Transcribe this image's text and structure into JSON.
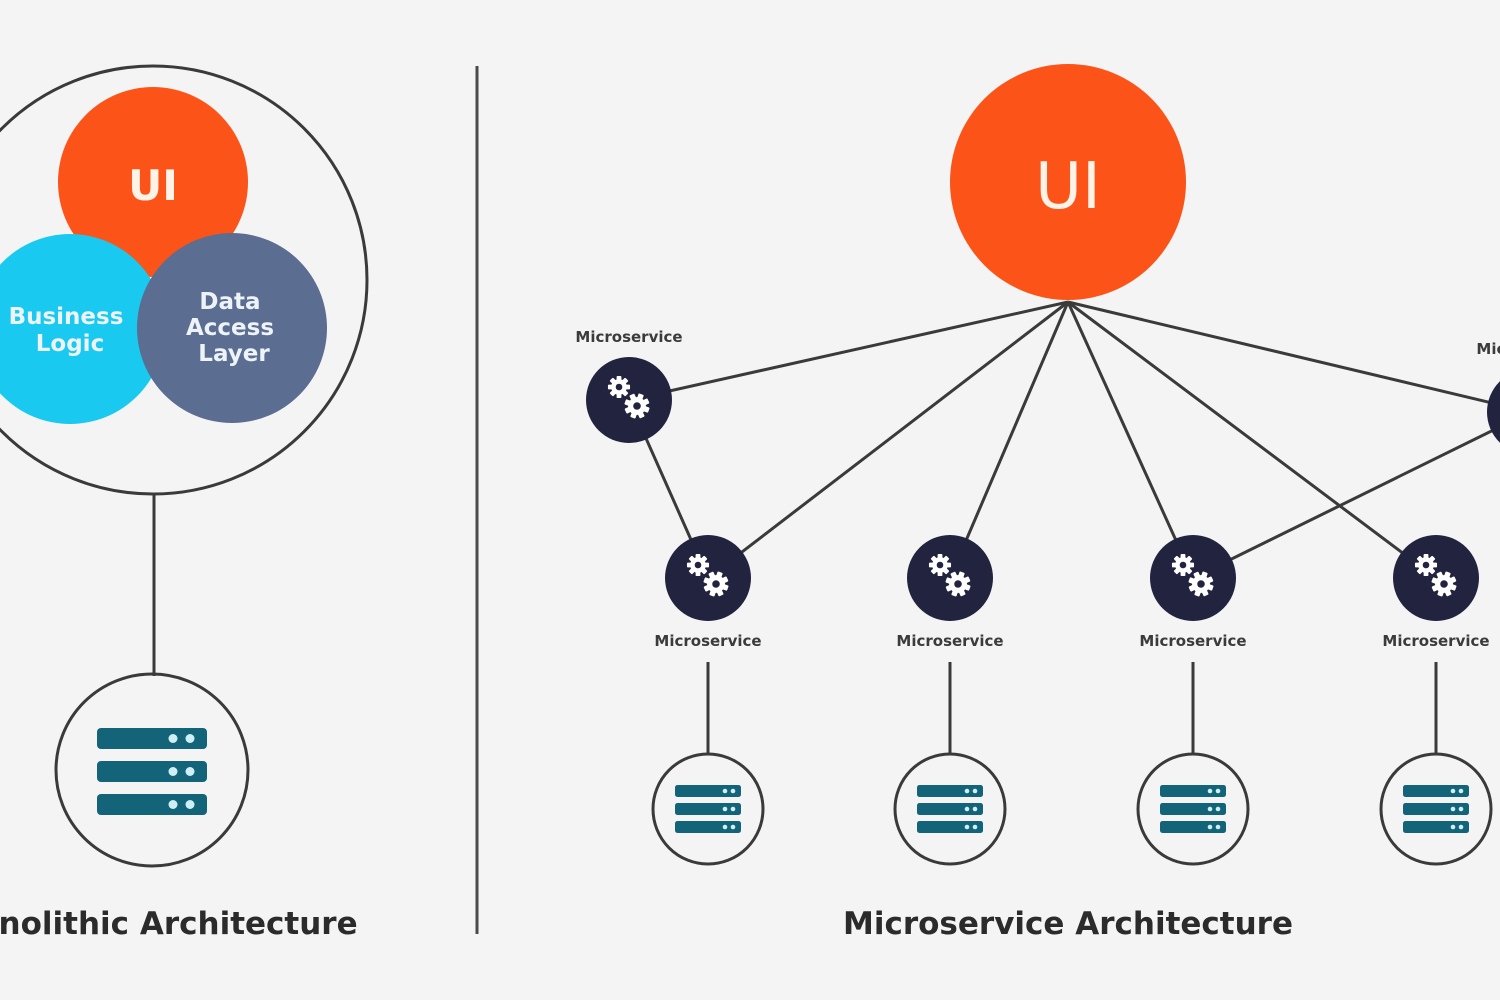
{
  "colors": {
    "background": "#f4f4f4",
    "ui_orange": "#fc5318",
    "business_logic_cyan": "#19c9f0",
    "data_access_slate": "#5b6d91",
    "microservice_node": "#22233f",
    "database_teal": "#136478",
    "database_light": "#cfeff6",
    "line": "#3a3a3a"
  },
  "monolithic": {
    "title": "Monolithic Architecture",
    "ui_label": "UI",
    "business_logic_label": [
      "Business",
      "Logic"
    ],
    "data_access_label": [
      "Data",
      "Access",
      "Layer"
    ],
    "database_icon": "server-stack-icon"
  },
  "microservice": {
    "title": "Microservice Architecture",
    "ui_label": "UI",
    "services": [
      {
        "id": "ms-top-left",
        "label": "Microservice",
        "icon": "gears-icon",
        "connects_to": [
          "ui",
          "ms-bottom-1"
        ]
      },
      {
        "id": "ms-top-right",
        "label": "Microservice",
        "icon": "gears-icon",
        "connects_to": [
          "ui",
          "ms-bottom-3"
        ]
      },
      {
        "id": "ms-bottom-1",
        "label": "Microservice",
        "icon": "gears-icon",
        "connects_to": [
          "ui",
          "ms-top-left"
        ],
        "has_database": true
      },
      {
        "id": "ms-bottom-2",
        "label": "Microservice",
        "icon": "gears-icon",
        "connects_to": [
          "ui"
        ],
        "has_database": true
      },
      {
        "id": "ms-bottom-3",
        "label": "Microservice",
        "icon": "gears-icon",
        "connects_to": [
          "ui",
          "ms-top-right"
        ],
        "has_database": true
      },
      {
        "id": "ms-bottom-4",
        "label": "Microservice",
        "icon": "gears-icon",
        "connects_to": [
          "ui"
        ],
        "has_database": true
      }
    ],
    "database_icon": "server-stack-icon"
  }
}
